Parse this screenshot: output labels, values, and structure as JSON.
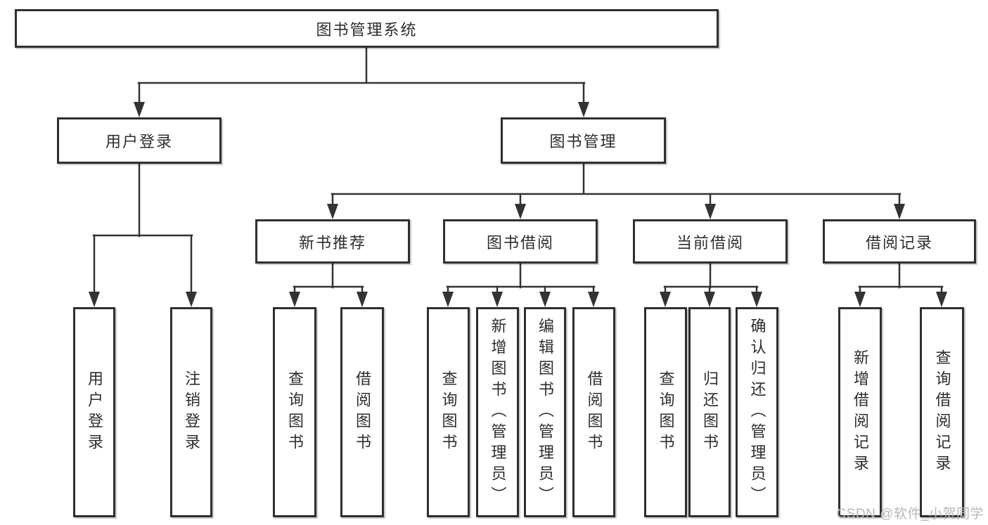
{
  "diagram": {
    "root": {
      "label": "图书管理系统"
    },
    "level2": [
      {
        "label": "用户登录",
        "children": [
          {
            "label": "用户登录"
          },
          {
            "label": "注销登录"
          }
        ]
      },
      {
        "label": "图书管理",
        "children": [
          {
            "label": "新书推荐",
            "children": [
              {
                "label": "查询图书"
              },
              {
                "label": "借阅图书"
              }
            ]
          },
          {
            "label": "图书借阅",
            "children": [
              {
                "label": "查询图书"
              },
              {
                "label": "新增图书（管理员）"
              },
              {
                "label": "编辑图书（管理员）"
              },
              {
                "label": "借阅图书"
              }
            ]
          },
          {
            "label": "当前借阅",
            "children": [
              {
                "label": "查询图书"
              },
              {
                "label": "归还图书"
              },
              {
                "label": "确认归还（管理员）"
              }
            ]
          },
          {
            "label": "借阅记录",
            "children": [
              {
                "label": "新增借阅记录"
              },
              {
                "label": "查询借阅记录"
              }
            ]
          }
        ]
      }
    ],
    "watermark": "CSDN @软件_小贺同学",
    "colors": {
      "line": "#333333",
      "text": "#2e2e2e",
      "background": "#ffffff",
      "watermark": "#b5b8bd"
    }
  }
}
